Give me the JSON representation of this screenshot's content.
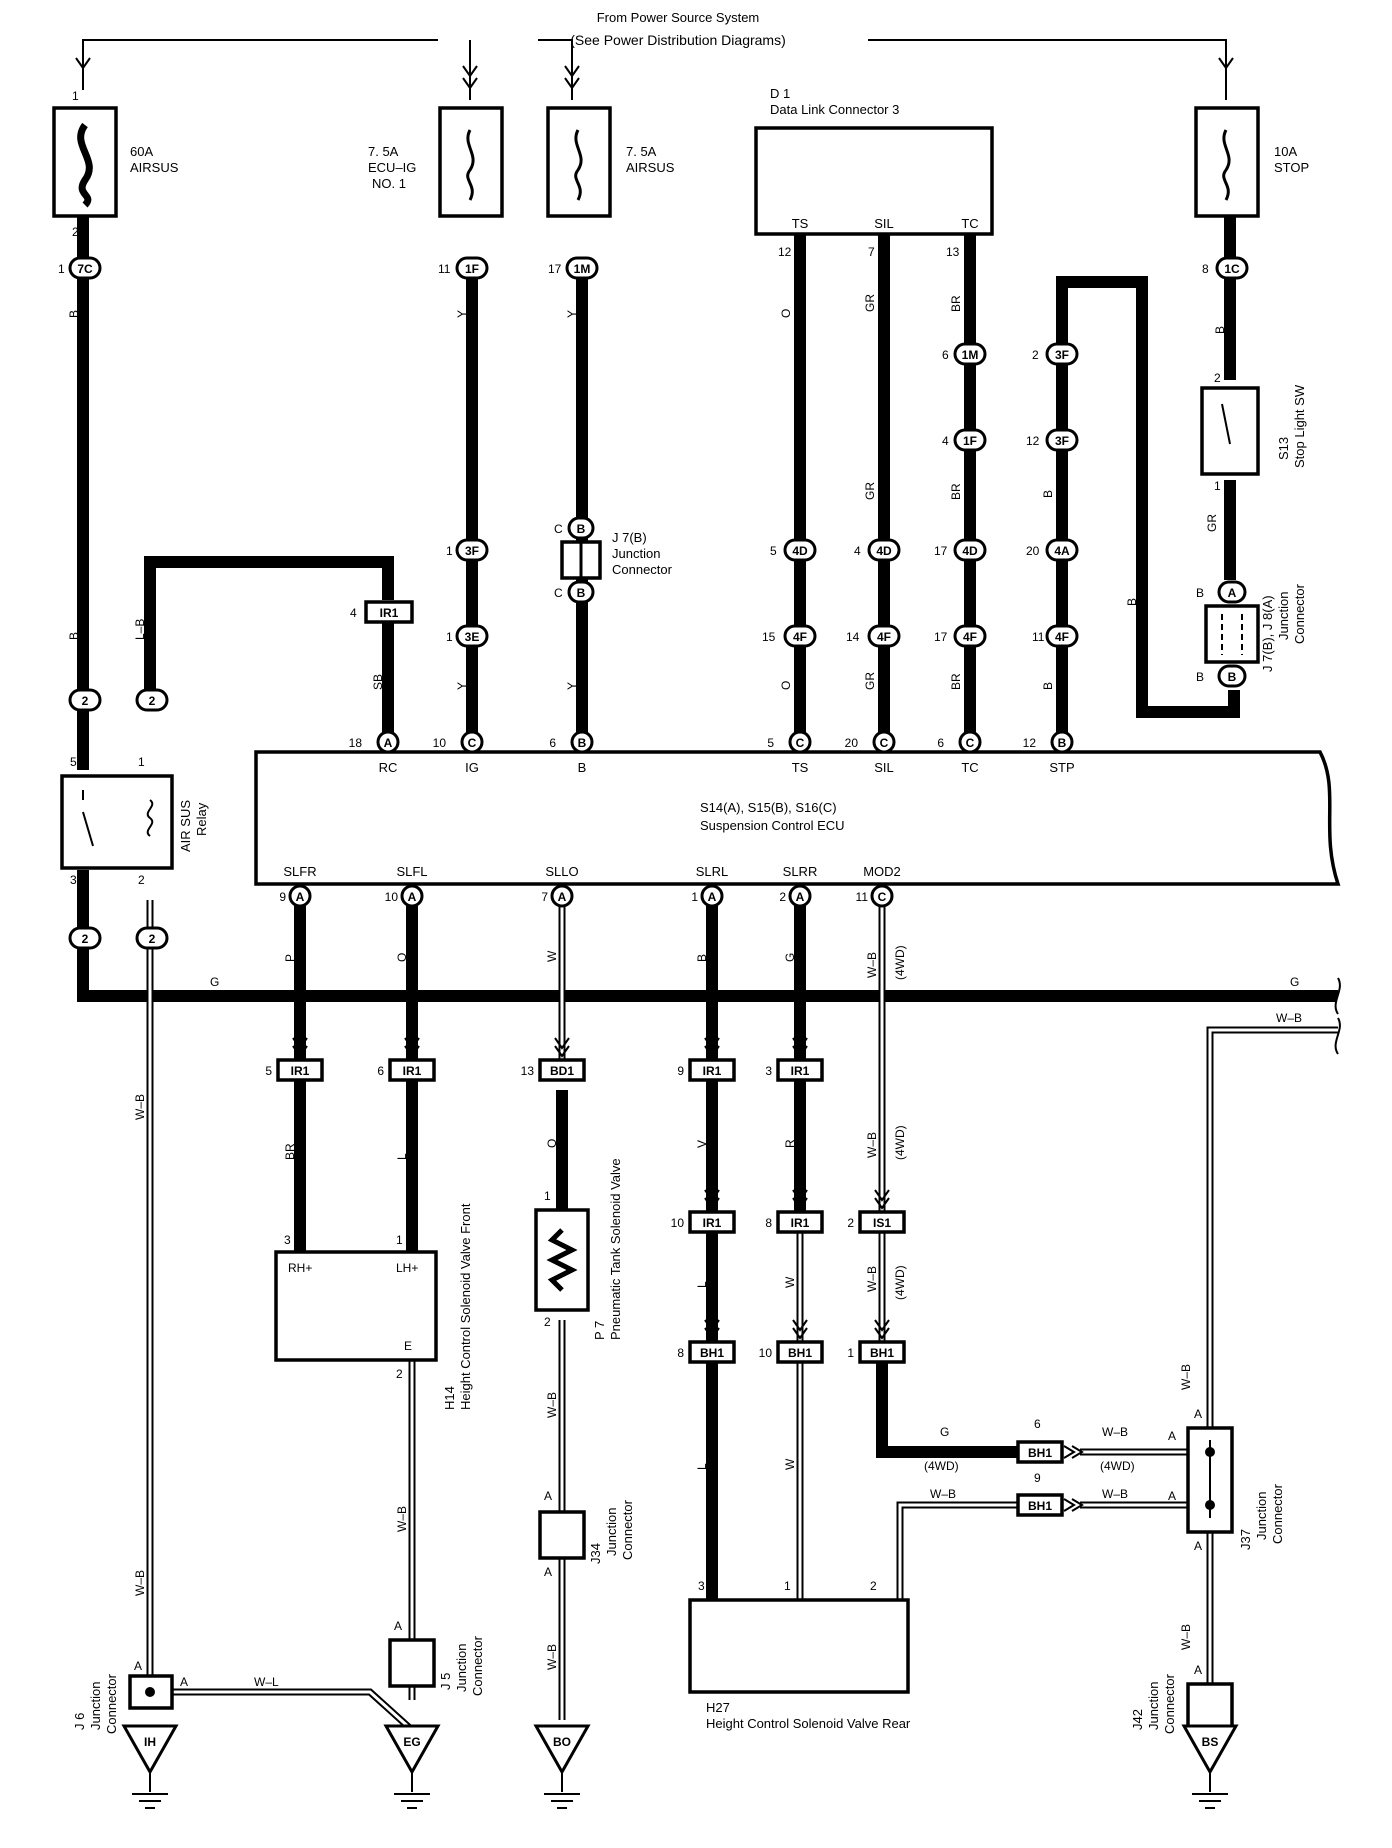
{
  "header": {
    "line1": "From Power Source System",
    "line2": "(See Power Distribution Diagrams)"
  },
  "fuses": {
    "f60a": {
      "amp": "60A",
      "name": "AIRSUS",
      "pin_top": "1",
      "pin_bot": "2"
    },
    "fecu": {
      "amp": "7. 5A",
      "name": "ECU–IG",
      "name2": "NO. 1"
    },
    "fair": {
      "amp": "7. 5A",
      "name": "AIRSUS"
    },
    "fstop": {
      "amp": "10A",
      "name": "STOP"
    }
  },
  "dlc": {
    "id": "D 1",
    "name": "Data Link Connector 3",
    "pins": [
      "TS",
      "SIL",
      "TC"
    ],
    "pin_nums": [
      "12",
      "7",
      "13"
    ]
  },
  "relay": {
    "name": "AIR SUS",
    "name2": "Relay",
    "p5": "5",
    "p1": "1",
    "p3": "3",
    "p2": "2"
  },
  "stop_sw": {
    "id": "S13",
    "name": "Stop Light SW",
    "p2": "2",
    "p1": "1"
  },
  "j7b": {
    "id": "J 7(B)",
    "name": "Junction",
    "name2": "Connector",
    "pc": "C",
    "pb": "B"
  },
  "j7j8": {
    "id": "J 7(B), J 8(A)",
    "name": "Junction",
    "name2": "Connector",
    "pb": "B",
    "pa": "A",
    "pbb": "B",
    "pbot": "B"
  },
  "ecu": {
    "id": "S14(A), S15(B), S16(C)",
    "name": "Suspension Control ECU",
    "top_pins": [
      "RC",
      "IG",
      "B",
      "TS",
      "SIL",
      "TC",
      "STP"
    ],
    "top_nums": [
      "18",
      "10",
      "6",
      "5",
      "20",
      "6",
      "12"
    ],
    "top_conn": [
      "A",
      "C",
      "B",
      "C",
      "C",
      "C",
      "B"
    ],
    "bot_pins": [
      "SLFR",
      "SLFL",
      "SLLO",
      "SLRL",
      "SLRR",
      "MOD2"
    ],
    "bot_nums": [
      "9",
      "10",
      "7",
      "1",
      "2",
      "11"
    ],
    "bot_conn": [
      "A",
      "A",
      "A",
      "A",
      "A",
      "C"
    ]
  },
  "pills": {
    "p7c": "7C",
    "p1f": "1F",
    "p1m": "1M",
    "p1c": "1C",
    "p3f_a": "3F",
    "p3e": "3E",
    "p1m_b": "1M",
    "p1f_b": "1F",
    "p3f_b": "3F",
    "p3f_c": "3F",
    "p4d_a": "4D",
    "p4d_b": "4D",
    "p4d_c": "4D",
    "p4a": "4A",
    "p4f_a": "4F",
    "p4f_b": "4F",
    "p4f_c": "4F",
    "p4f_d": "4F",
    "p2": "2"
  },
  "pin_nums": {
    "n1": "1",
    "n11": "11",
    "n17": "17",
    "n8": "8",
    "n6": "6",
    "n2": "2",
    "n4": "4",
    "n12": "12",
    "n1b": "1",
    "n5": "5",
    "n4b": "4",
    "n17b": "17",
    "n20": "20",
    "n1c": "1",
    "n15": "15",
    "n14": "14",
    "n17c": "17",
    "n11b": "11"
  },
  "wires": {
    "B": "B",
    "Y": "Y",
    "O": "O",
    "GR": "GR",
    "BR": "BR",
    "LB": "L–B",
    "SB": "SB",
    "G": "G",
    "WB": "W–B",
    "P": "P",
    "W": "W",
    "L": "L",
    "R": "R",
    "V": "V",
    "WL": "W–L",
    "4WD": "(4WD)"
  },
  "ir1": {
    "name": "IR1",
    "pin": "4"
  },
  "mid_conn": [
    {
      "num": "5",
      "name": "IR1"
    },
    {
      "num": "6",
      "name": "IR1"
    },
    {
      "num": "13",
      "name": "BD1"
    },
    {
      "num": "9",
      "name": "IR1"
    },
    {
      "num": "3",
      "name": "IR1"
    }
  ],
  "low_conn": [
    {
      "num": "10",
      "name": "IR1"
    },
    {
      "num": "8",
      "name": "IR1"
    },
    {
      "num": "2",
      "name": "IS1"
    }
  ],
  "bh1_row": [
    {
      "num": "8",
      "name": "BH1"
    },
    {
      "num": "10",
      "name": "BH1"
    },
    {
      "num": "1",
      "name": "BH1"
    }
  ],
  "bh1_side": [
    {
      "num": "6",
      "name": "BH1"
    },
    {
      "num": "9",
      "name": "BH1"
    }
  ],
  "h14": {
    "id": "H14",
    "name": "Height Control Solenoid Valve Front",
    "rh": "RH+",
    "lh": "LH+",
    "e": "E",
    "p3": "3",
    "p1": "1",
    "p2": "2"
  },
  "p7": {
    "id": "P 7",
    "name": "Pneumatic Tank Solenoid Valve",
    "p1": "1",
    "p2": "2"
  },
  "j34": {
    "id": "J34",
    "name": "Junction",
    "name2": "Connector",
    "pa": "A",
    "pb": "A"
  },
  "j5": {
    "id": "J 5",
    "name": "Junction",
    "name2": "Connector",
    "pa": "A"
  },
  "j6": {
    "id": "J 6",
    "name": "Junction",
    "name2": "Connector",
    "pa": "A",
    "pb": "A"
  },
  "j37": {
    "id": "J37",
    "name": "Junction",
    "name2": "Connector",
    "pa": "A",
    "pb": "A",
    "pc": "A",
    "pd": "A"
  },
  "j42": {
    "id": "J42",
    "name": "Junction",
    "name2": "Connector",
    "pa": "A"
  },
  "h27": {
    "id": "H27",
    "name": "Height Control Solenoid Valve Rear",
    "p3": "3",
    "p1": "1",
    "p2": "2"
  },
  "grounds": [
    "IH",
    "EG",
    "BO",
    "BS"
  ]
}
